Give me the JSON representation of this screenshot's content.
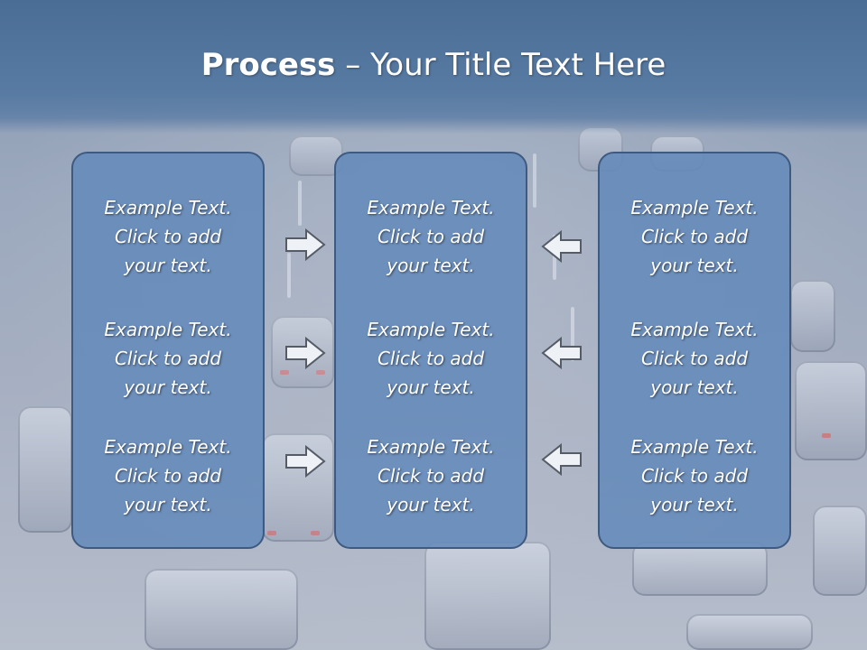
{
  "title": {
    "bold": "Process",
    "rest": " – Your Title Text Here"
  },
  "panels": {
    "left": [
      {
        "line1": "Example Text.",
        "line2": "Click  to add",
        "line3": "your text."
      },
      {
        "line1": "Example Text.",
        "line2": "Click  to add",
        "line3": "your text."
      },
      {
        "line1": "Example Text.",
        "line2": "Click  to add",
        "line3": "your text."
      }
    ],
    "center": [
      {
        "line1": "Example Text.",
        "line2": "Click  to add",
        "line3": "your text."
      },
      {
        "line1": "Example Text.",
        "line2": "Click  to add",
        "line3": "your text."
      },
      {
        "line1": "Example Text.",
        "line2": "Click  to add",
        "line3": "your text."
      }
    ],
    "right": [
      {
        "line1": "Example Text.",
        "line2": "Click  to add",
        "line3": "your text."
      },
      {
        "line1": "Example Text.",
        "line2": "Click  to add",
        "line3": "your text."
      },
      {
        "line1": "Example Text.",
        "line2": "Click  to add",
        "line3": "your text."
      }
    ]
  },
  "arrows": {
    "left_to_center": "arrow-right-icon",
    "right_to_center": "arrow-left-icon"
  },
  "colors": {
    "title_bar": "#4a6d96",
    "panel_fill": "#648aba",
    "panel_border": "#3e5a80",
    "text": "#ffffff"
  }
}
